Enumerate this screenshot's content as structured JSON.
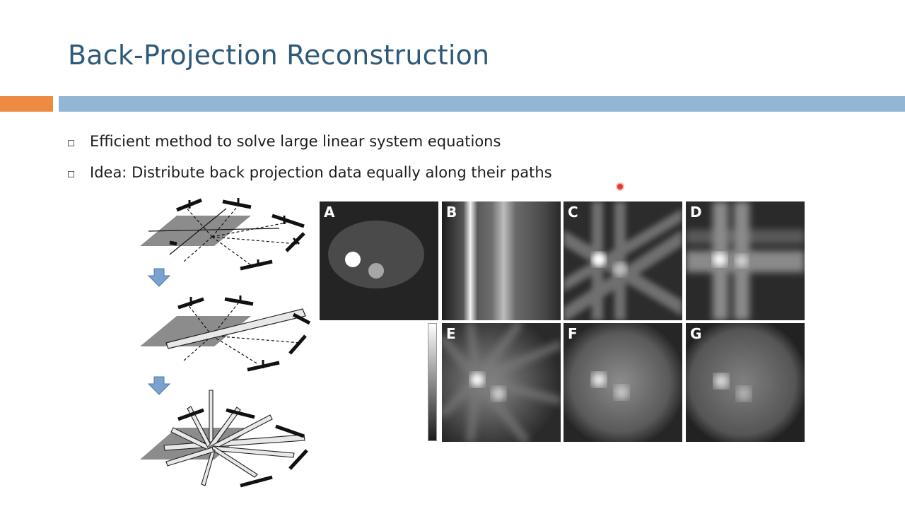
{
  "slide": {
    "title": "Back-Projection Reconstruction",
    "bullets": [
      "Efficient method to solve large linear system equations",
      "Idea: Distribute back projection data equally along their paths"
    ]
  },
  "figure": {
    "panels": [
      "A",
      "B",
      "C",
      "D",
      "E",
      "F",
      "G"
    ]
  },
  "colors": {
    "title": "#2e5a7a",
    "accent_orange": "#ee8b42",
    "accent_blue": "#92b6d6",
    "pointer": "#e23c2f"
  }
}
